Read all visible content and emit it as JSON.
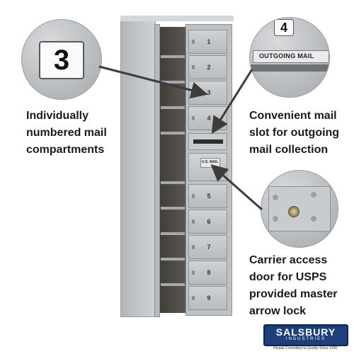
{
  "callouts": {
    "number_sample": "3",
    "slot_number": "4",
    "slot_label": "OUTGOING MAIL"
  },
  "captions": {
    "left": [
      "Individually",
      "numbered mail",
      "compartments"
    ],
    "right_top": [
      "Convenient mail",
      "slot for outgoing",
      "mail collection"
    ],
    "right_bottom": [
      "Carrier access",
      "door for USPS",
      "provided master",
      "arrow lock"
    ]
  },
  "mailbox": {
    "door_numbers": [
      "1",
      "2",
      "3",
      "4",
      "5",
      "6",
      "7",
      "8",
      "9"
    ],
    "carrier_plate_text": "U.S. MAIL",
    "colors": {
      "body": "#c3c6c9",
      "interior": "#4a4642",
      "arrow": "#3c3c3c"
    }
  },
  "brand": {
    "name": "SALSBURY",
    "subtitle": "INDUSTRIES",
    "tagline": "People Committed to Quality Since 1936"
  }
}
